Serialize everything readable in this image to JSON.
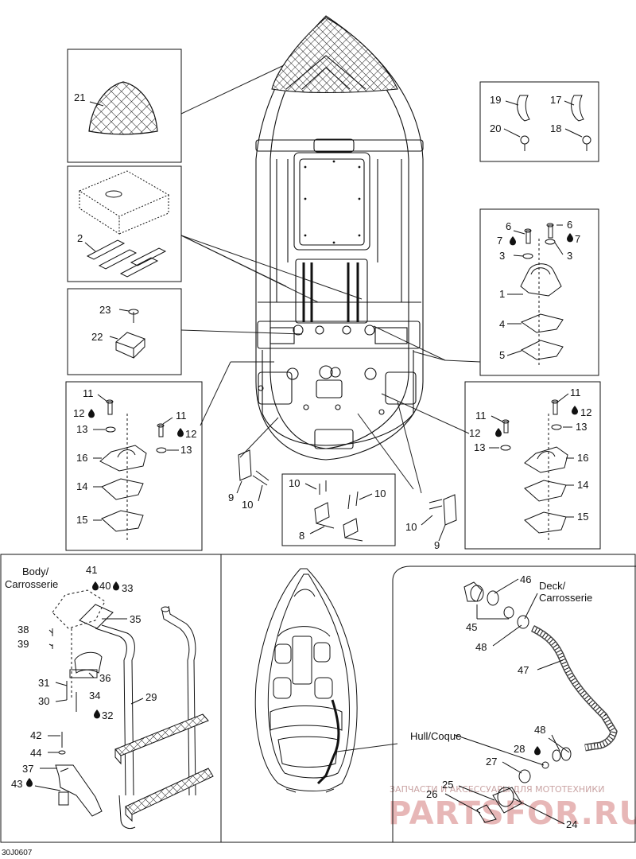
{
  "diagram_ref": "30J0607",
  "callouts": {
    "body": [
      "Body/",
      "Carrosserie"
    ],
    "deck": [
      "Deck/",
      "Carrosserie"
    ],
    "hull": "Hull/Coque"
  },
  "watermark": {
    "line1": "ЗАПЧАСТИ И АКСЕССУАРЫ ДЛЯ МОТОТЕХНИКИ",
    "line2": "PARTSFOR.RU"
  },
  "parts": {
    "p1": "1",
    "p2": "2",
    "p3": "3",
    "p4": "4",
    "p5": "5",
    "p6": "6",
    "p7": "7",
    "p8": "8",
    "p9": "9",
    "p10": "10",
    "p11": "11",
    "p12": "12",
    "p13": "13",
    "p14": "14",
    "p15": "15",
    "p16": "16",
    "p17": "17",
    "p18": "18",
    "p19": "19",
    "p20": "20",
    "p21": "21",
    "p22": "22",
    "p23": "23",
    "p24": "24",
    "p25": "25",
    "p26": "26",
    "p27": "27",
    "p28": "28",
    "p29": "29",
    "p30": "30",
    "p31": "31",
    "p32": "32",
    "p33": "33",
    "p34": "34",
    "p35": "35",
    "p36": "36",
    "p37": "37",
    "p38": "38",
    "p39": "39",
    "p40": "40",
    "p41": "41",
    "p42": "42",
    "p43": "43",
    "p44": "44",
    "p45": "45",
    "p46": "46",
    "p47": "47",
    "p48": "48"
  },
  "icons": [
    "sealant-drop-icon"
  ]
}
